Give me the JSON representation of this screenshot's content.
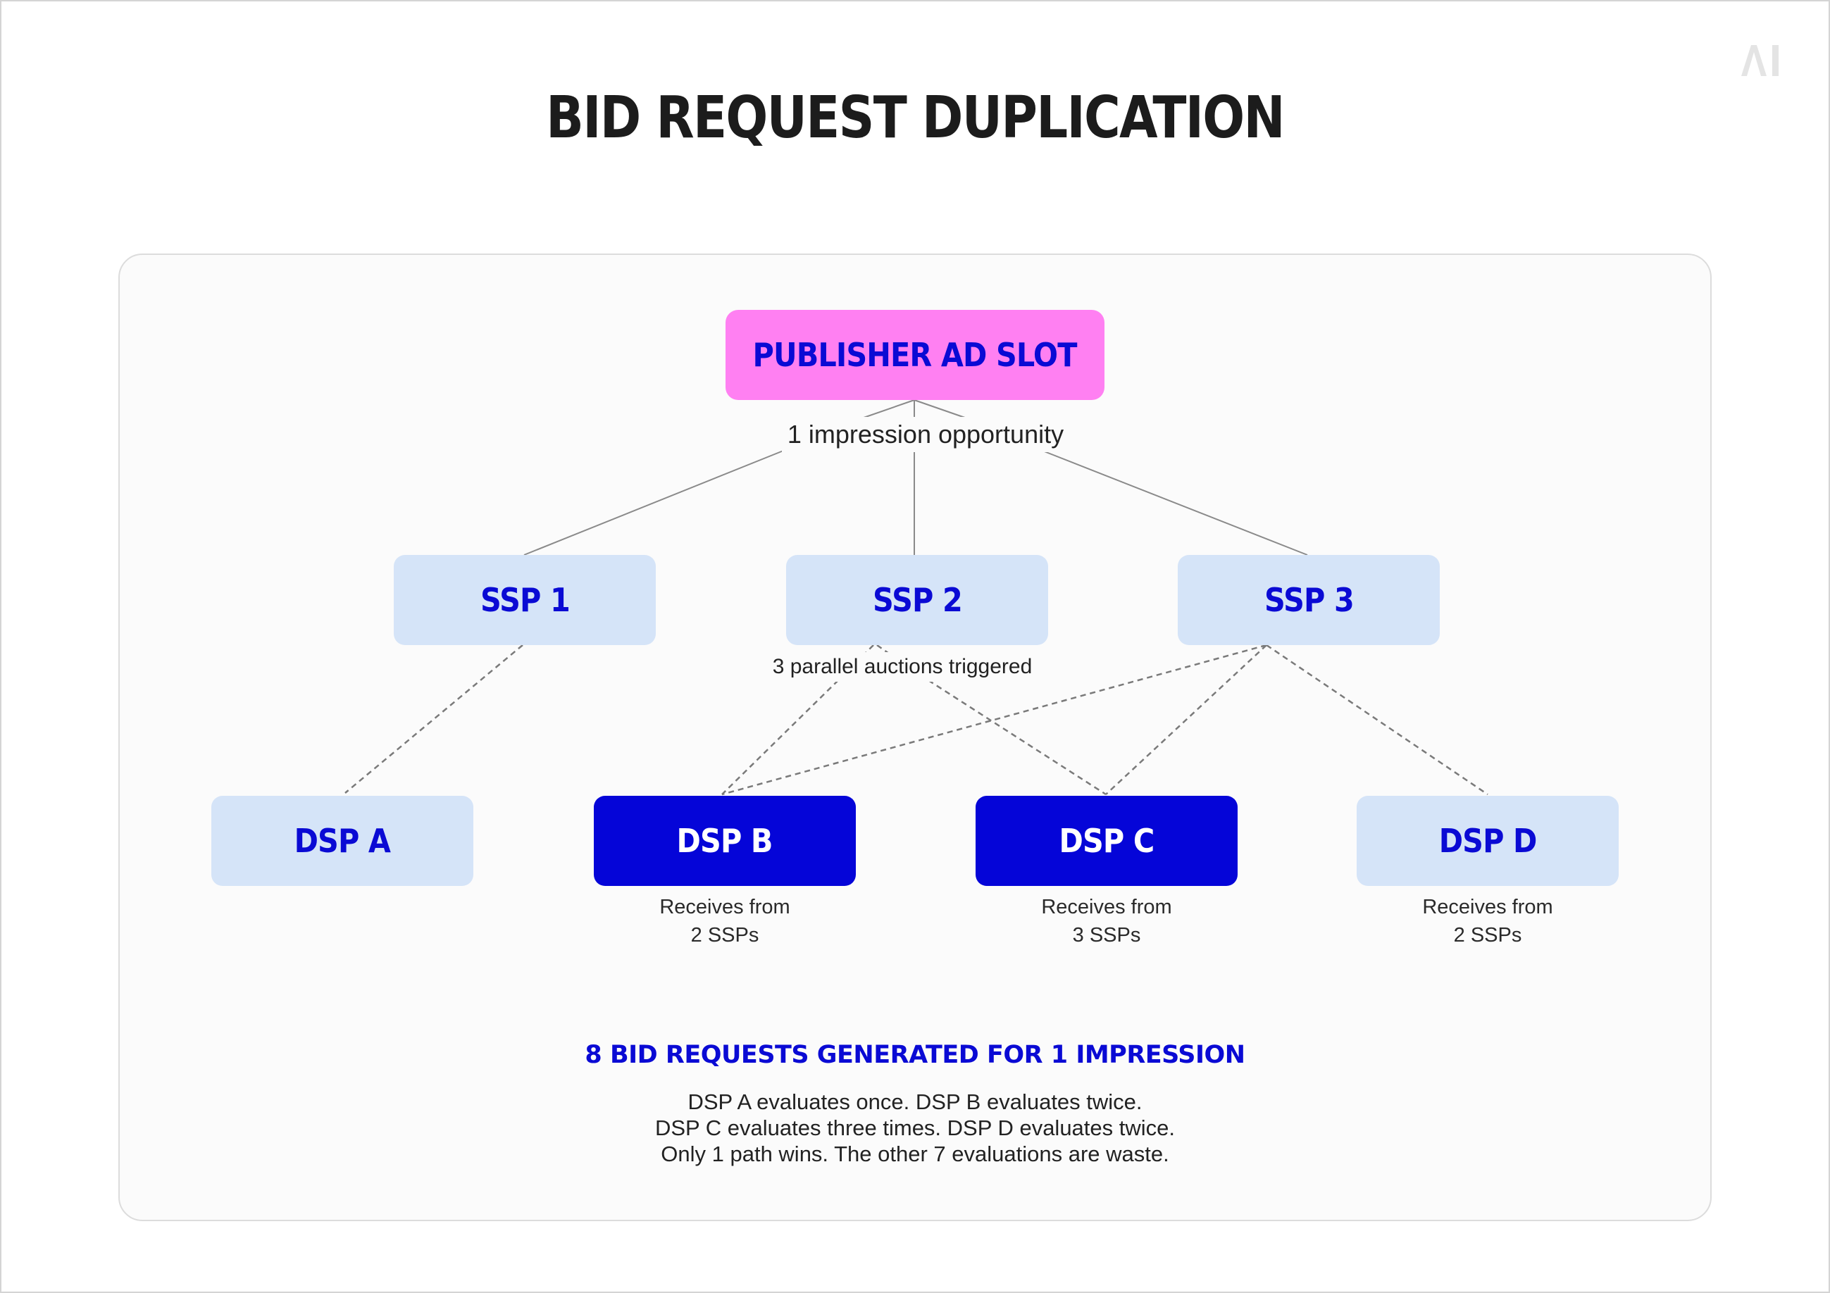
{
  "title": "BID REQUEST DUPLICATION",
  "logo_text": "AI",
  "publisher": {
    "label": "PUBLISHER AD SLOT",
    "subtitle": "1 impression opportunity"
  },
  "ssps": [
    {
      "label": "SSP 1"
    },
    {
      "label": "SSP 2"
    },
    {
      "label": "SSP 3"
    }
  ],
  "ssp_note": "3 parallel auctions triggered",
  "dsps": [
    {
      "label": "DSP A",
      "highlight": false,
      "receives_line1": "",
      "receives_line2": ""
    },
    {
      "label": "DSP B",
      "highlight": true,
      "receives_line1": "Receives from",
      "receives_line2": "2 SSPs"
    },
    {
      "label": "DSP C",
      "highlight": true,
      "receives_line1": "Receives from",
      "receives_line2": "3 SSPs"
    },
    {
      "label": "DSP D",
      "highlight": false,
      "receives_line1": "Receives from",
      "receives_line2": "2 SSPs"
    }
  ],
  "connections": {
    "publisher_to_ssp": [
      "SSP 1",
      "SSP 2",
      "SSP 3"
    ],
    "ssp_to_dsp": [
      [
        "SSP 1",
        "DSP A"
      ],
      [
        "SSP 2",
        "DSP B"
      ],
      [
        "SSP 2",
        "DSP C"
      ],
      [
        "SSP 3",
        "DSP B"
      ],
      [
        "SSP 3",
        "DSP C"
      ],
      [
        "SSP 3",
        "DSP D"
      ]
    ]
  },
  "summary": {
    "title": "8 BID REQUESTS GENERATED FOR 1 IMPRESSION",
    "lines": [
      "DSP A evaluates once. DSP B evaluates twice.",
      "DSP C evaluates three times. DSP D evaluates twice.",
      "Only 1 path wins. The other 7 evaluations are waste."
    ]
  },
  "colors": {
    "publisher_fill": "#ff80f2",
    "node_light_fill": "#d5e4f8",
    "node_dark_fill": "#0505d8",
    "node_text_blue": "#0a0ad4",
    "connector": "#8a8a8a"
  }
}
